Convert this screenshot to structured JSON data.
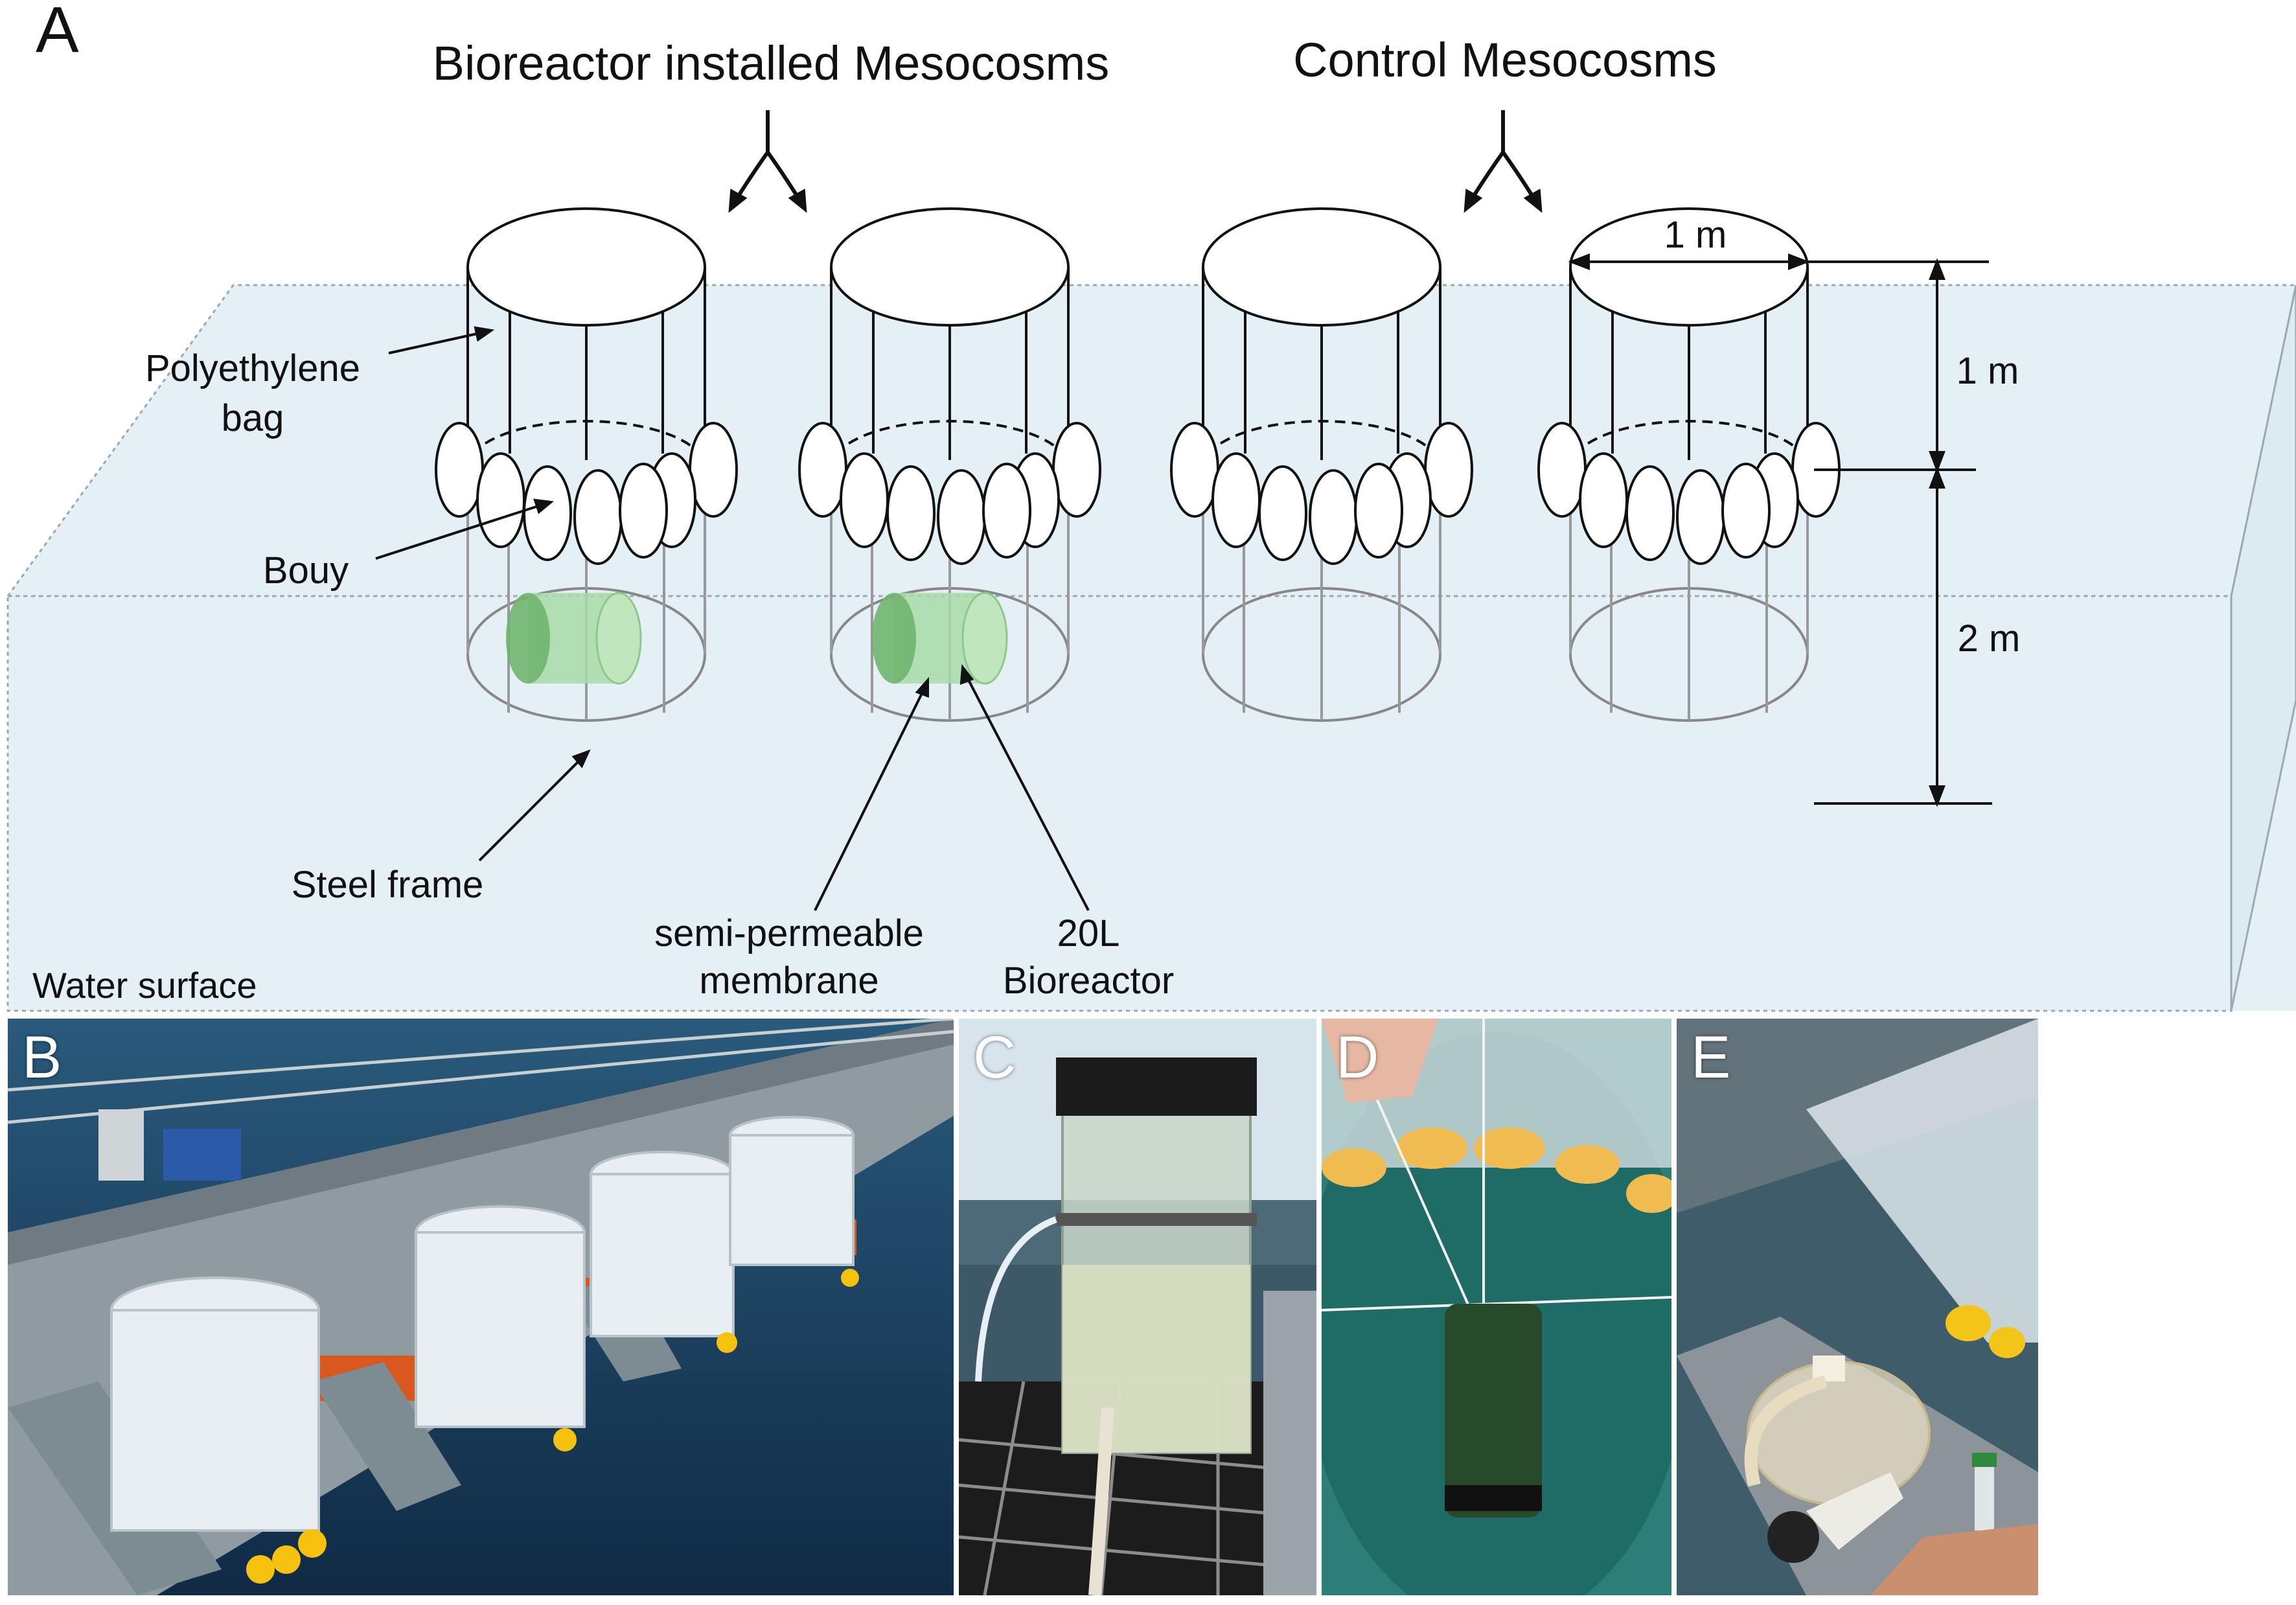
{
  "panel_a": {
    "letter": "A",
    "group_labels": {
      "bioreactor": "Bioreactor installed Mesocosms",
      "control": "Control Mesocosms"
    },
    "callouts": {
      "bag_line1": "Polyethylene",
      "bag_line2": "bag",
      "buoy": "Bouy",
      "frame": "Steel frame",
      "membrane_line1": "semi-permeable",
      "membrane_line2": "membrane",
      "bioreactor_line1": "20L",
      "bioreactor_line2": "Bioreactor",
      "water": "Water surface"
    },
    "dimensions": {
      "diameter": "1 m",
      "above_water": "1 m",
      "below_water": "2 m"
    }
  },
  "photos": [
    {
      "letter": "B"
    },
    {
      "letter": "C"
    },
    {
      "letter": "D"
    },
    {
      "letter": "E"
    }
  ],
  "colors": {
    "water_fill": "#e4f0f6",
    "bioreactor_green": "#a9dba7",
    "bioreactor_dark": "#6fb56e"
  }
}
